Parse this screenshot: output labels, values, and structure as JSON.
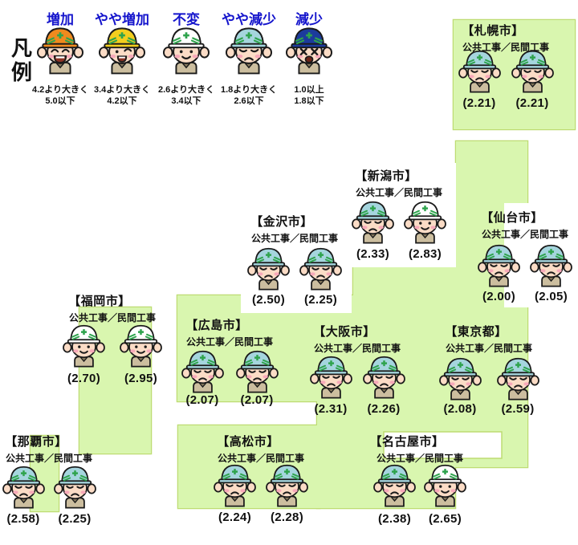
{
  "legend": {
    "heading": "凡例",
    "label_color": "#1414cc",
    "items": [
      {
        "category": "increase",
        "label": "増加",
        "range_line1": "4.2より大きく",
        "range_line2": "5.0以下"
      },
      {
        "category": "slight_increase",
        "label": "やや増加",
        "range_line1": "3.4より大きく",
        "range_line2": "4.2以下"
      },
      {
        "category": "unchanged",
        "label": "不変",
        "range_line1": "2.6より大きく",
        "range_line2": "3.4以下"
      },
      {
        "category": "slight_decrease",
        "label": "やや減少",
        "range_line1": "1.8より大きく",
        "range_line2": "2.6以下"
      },
      {
        "category": "decrease",
        "label": "減少",
        "range_line1": "1.0以上",
        "range_line2": "1.8以下"
      }
    ]
  },
  "labels": {
    "works_label": "公共工事／民間工事"
  },
  "cities": [
    {
      "id": "sapporo",
      "name": "【札幌市】",
      "values": [
        "(2.21)",
        "(2.21)"
      ]
    },
    {
      "id": "niigata",
      "name": "【新潟市】",
      "values": [
        "(2.33)",
        "(2.83)"
      ]
    },
    {
      "id": "sendai",
      "name": "【仙台市】",
      "values": [
        "(2.00)",
        "(2.05)"
      ]
    },
    {
      "id": "kanazawa",
      "name": "【金沢市】",
      "values": [
        "(2.50)",
        "(2.25)"
      ]
    },
    {
      "id": "fukuoka",
      "name": "【福岡市】",
      "values": [
        "(2.70)",
        "(2.95)"
      ]
    },
    {
      "id": "hiroshima",
      "name": "【広島市】",
      "values": [
        "(2.07)",
        "(2.07)"
      ]
    },
    {
      "id": "osaka",
      "name": "【大阪市】",
      "values": [
        "(2.31)",
        "(2.26)"
      ]
    },
    {
      "id": "tokyo",
      "name": "【東京都】",
      "values": [
        "(2.08)",
        "(2.59)"
      ]
    },
    {
      "id": "naha",
      "name": "【那覇市】",
      "values": [
        "(2.58)",
        "(2.25)"
      ]
    },
    {
      "id": "takamatsu",
      "name": "【高松市】",
      "values": [
        "(2.24)",
        "(2.28)"
      ]
    },
    {
      "id": "nagoya",
      "name": "【名古屋市】",
      "values": [
        "(2.38)",
        "(2.65)"
      ]
    }
  ],
  "map": {
    "fill": "#d9f6af",
    "border": "#bedc72"
  },
  "palette": {
    "helmet": {
      "increase": "#f08a1e",
      "slight_increase": "#f3ce1e",
      "unchanged": "#ffffff",
      "slight_decrease": "#a5d5de",
      "decrease": "#1c3b9c"
    },
    "stripe": "#2fa34d",
    "skin": "#fbdcc6",
    "cheek": "#f7a9b9",
    "body": "#ccbe9f",
    "collar": "#8a7c60",
    "outline": "#1a1a1a",
    "mouth": "#8a3224"
  }
}
